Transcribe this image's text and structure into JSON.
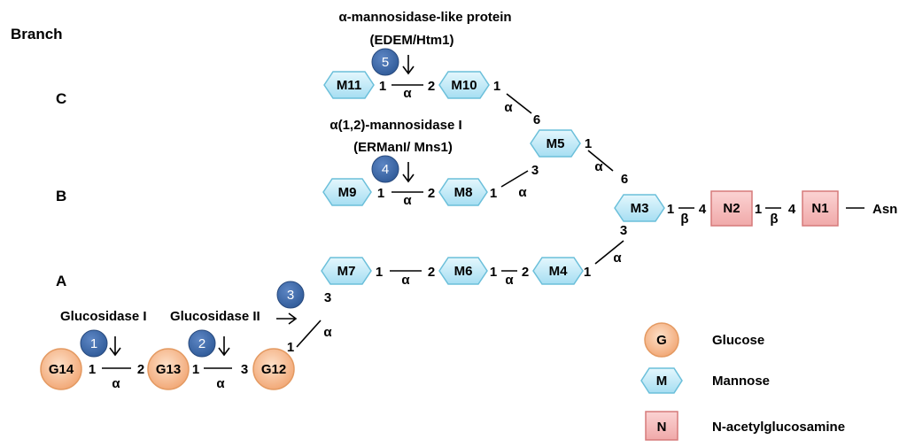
{
  "branch_header": "Branch",
  "branches": [
    "C",
    "B",
    "A"
  ],
  "nodes": {
    "M11": "M11",
    "M10": "M10",
    "M9": "M9",
    "M8": "M8",
    "M7": "M7",
    "M6": "M6",
    "M5": "M5",
    "M4": "M4",
    "M3": "M3",
    "N2": "N2",
    "N1": "N1",
    "G14": "G14",
    "G13": "G13",
    "G12": "G12"
  },
  "linkage_numbers": {
    "one": "1",
    "two": "2",
    "three": "3",
    "four": "4",
    "six": "6"
  },
  "anomers": {
    "alpha": "α",
    "beta": "β"
  },
  "asn": "Asn",
  "enzymes": {
    "edem_line1": "α-mannosidase-like protein",
    "edem_line2": "(EDEM/Htm1)",
    "ermani_line1": "α(1,2)-mannosidase I",
    "ermani_line2": "(ERManI/ Mns1)",
    "gluc1": "Glucosidase I",
    "gluc2": "Glucosidase II"
  },
  "steps": [
    "1",
    "2",
    "3",
    "4",
    "5"
  ],
  "legend": {
    "glucose_symbol": "G",
    "glucose_label": "Glucose",
    "mannose_symbol": "M",
    "mannose_label": "Mannose",
    "glcnac_symbol": "N",
    "glcnac_label": "N-acetylglucosamine"
  },
  "colors": {
    "mannose_fill": "#bfe9f7",
    "mannose_stroke": "#6bbfda",
    "glucose_fill": "#f8c39a",
    "glucose_stroke": "#e49a62",
    "glcnac_fill": "#f6bcbc",
    "glcnac_stroke": "#d67a7a",
    "step_fill": "#3b67a8"
  }
}
